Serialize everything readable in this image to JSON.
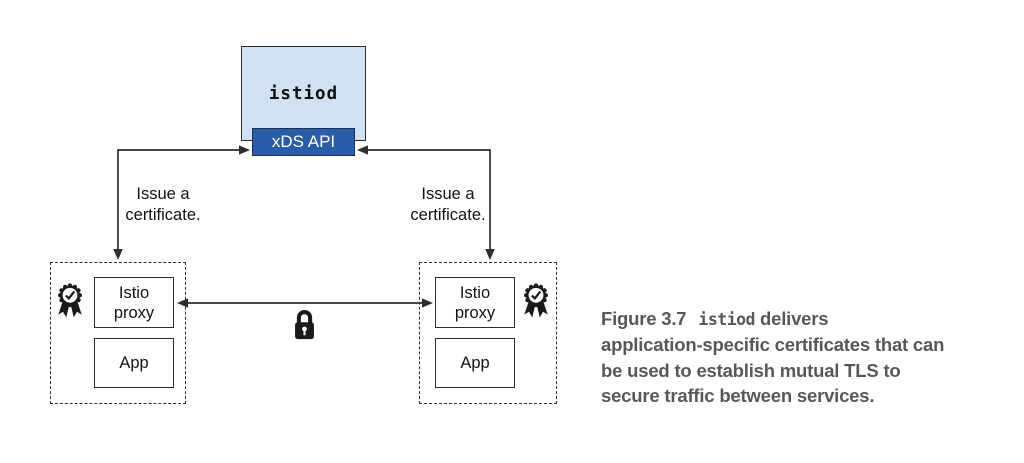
{
  "diagram": {
    "istiod_label": "istiod",
    "xds_api_label": "xDS API",
    "issue_certificate": {
      "line1": "Issue a",
      "line2": "certificate."
    },
    "workload_left": {
      "proxy_label": "Istio proxy",
      "app_label": "App"
    },
    "workload_right": {
      "proxy_label": "Istio proxy",
      "app_label": "App"
    }
  },
  "caption": {
    "figure_label": "Figure 3.7",
    "code_term": "istiod",
    "line1_rest": "delivers",
    "line2": "application-specific certificates that can",
    "line3": "be used to establish mutual TLS to",
    "line4": "secure traffic between services."
  },
  "icons": {
    "certificate_badge": "rosette-with-checkmark-and-ribbons",
    "lock": "padlock"
  },
  "colors": {
    "istiod_box_fill": "#cfe1f2",
    "box_border": "#2d2d2d",
    "xds_box_fill": "#2a5caa",
    "xds_box_border": "#1c2f52",
    "xds_text": "#ffffff",
    "connector": "#2d2d2d",
    "caption_text": "#57585a"
  }
}
